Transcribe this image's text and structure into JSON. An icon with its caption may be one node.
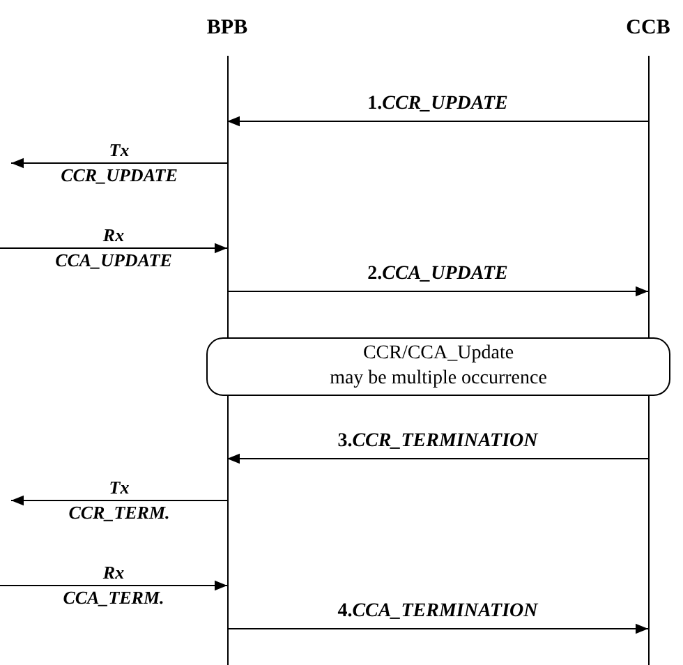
{
  "diagram": {
    "nodes": [
      {
        "text": [
          "BPB"
        ]
      },
      {
        "text": [
          "CCB"
        ]
      },
      {
        "text": [
          "CCR/CCA_Update may be multiple occurrence"
        ]
      }
    ],
    "edges": [
      {
        "from": 1,
        "to": 0,
        "arrow": "to",
        "label": "1.*CCR_UPDATE*"
      },
      {
        "from": 0,
        "to": null,
        "arrow": "to",
        "label": "Tx CCR_UPDATE"
      },
      {
        "from": null,
        "to": 0,
        "arrow": "to",
        "label": "Rx CCA_UPDATE"
      },
      {
        "from": 0,
        "to": 1,
        "arrow": "to",
        "label": "2.*CCA_UPDATE*"
      },
      {
        "from": 1,
        "to": 0,
        "arrow": "to",
        "label": "3.*CCR_TERMINATION*"
      },
      {
        "from": 0,
        "to": null,
        "arrow": "to",
        "label": "Tx CCR_TERM."
      },
      {
        "from": null,
        "to": 0,
        "arrow": "to",
        "label": "Rx CCA_TERM."
      },
      {
        "from": 0,
        "to": 1,
        "arrow": "to",
        "label": "4.*CCA_TERMINATION*"
      }
    ]
  }
}
